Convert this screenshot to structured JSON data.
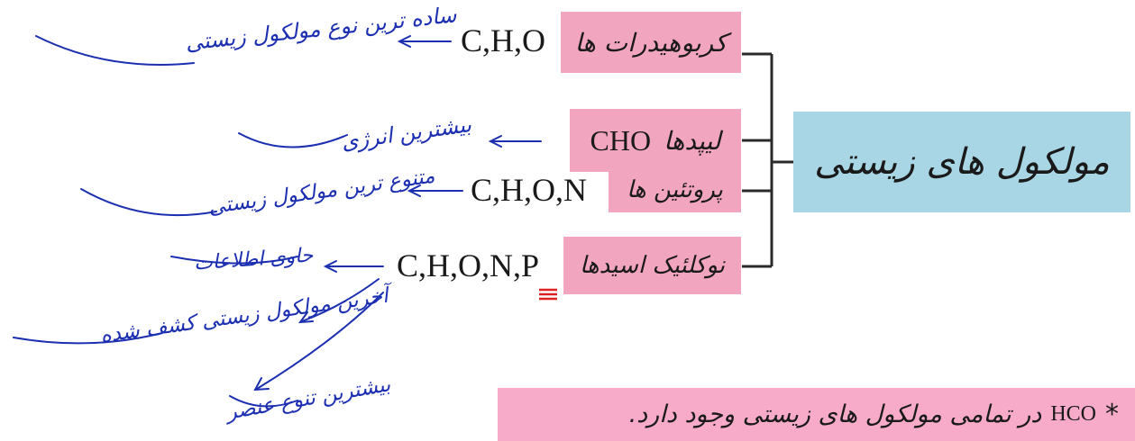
{
  "root": {
    "label": "مولکول های زیستی"
  },
  "branches": [
    {
      "label": "کربوهیدرات ها",
      "formula": "C,H,O",
      "annotation": "ساده ترین نوع مولکول زیستی"
    },
    {
      "label": "لیپدها",
      "formula": "CHO",
      "annotation": "بیشترین انرژی"
    },
    {
      "label": "پروتئین ها",
      "formula": "C,H,O,N",
      "annotation": "متنوع ترین مولکول زیستی"
    },
    {
      "label": "نوکلئیک اسیدها",
      "formula": "C,H,O,N,P",
      "annotation": "حاوی اطلاعات"
    }
  ],
  "extra_annotations": [
    "آخرین مولکول زیستی کشف شده",
    "بیشترین تنوع عنصر"
  ],
  "note": {
    "star": "*",
    "formula": "HCO",
    "text": "در تمامی مولکول های زیستی وجود دارد."
  },
  "colors": {
    "pink": "#f2a5bf",
    "blue": "#a9d6e5",
    "ink": "#1b2fb0",
    "mark": "#e02020"
  }
}
